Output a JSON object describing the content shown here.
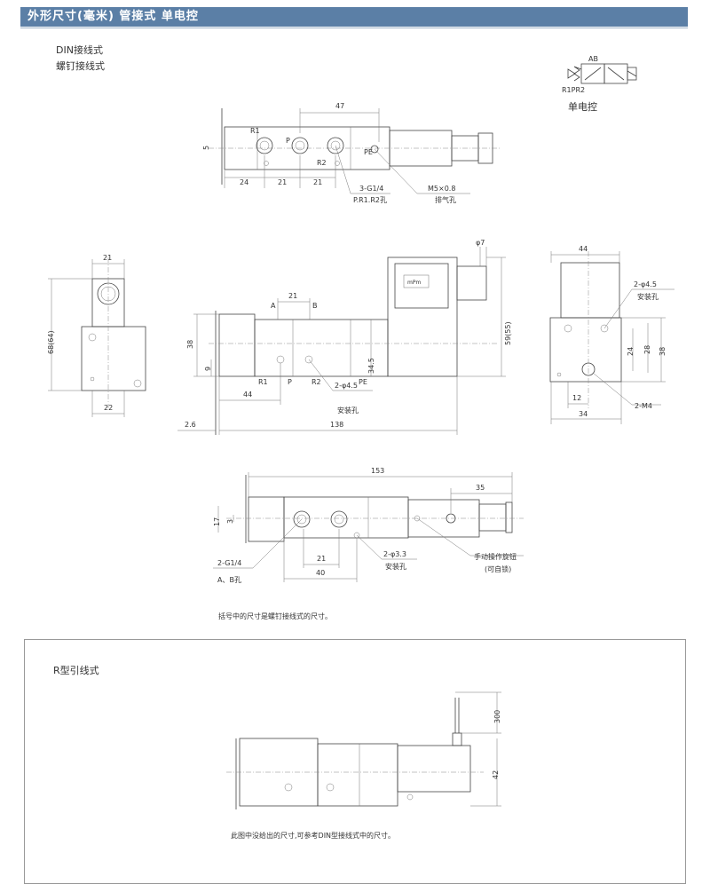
{
  "header": {
    "title": "外形尺寸(毫米)  管接式  单电控"
  },
  "section_din": {
    "label_din": "DIN接线式",
    "label_screw": "螺钉接线式"
  },
  "symbol": {
    "ports_top": "AB",
    "ports_bottom": "R1PR2",
    "caption": "单电控"
  },
  "view_top": {
    "dims": [
      "47",
      "5",
      "24",
      "21",
      "21"
    ],
    "ports": [
      "R1",
      "P",
      "R2",
      "PE"
    ],
    "callout_thread": "3-G1/4",
    "callout_thread_sub": "P.R1.R2孔",
    "callout_exhaust": "M5×0.8",
    "callout_exhaust_sub": "排气孔"
  },
  "view_side_left": {
    "dims": [
      "21",
      "68(64)",
      "22"
    ]
  },
  "view_front": {
    "dims": [
      "φ7",
      "21",
      "38",
      "9",
      "34.5",
      "59(55)",
      "44",
      "2.6",
      "138"
    ],
    "ports_top": [
      "A",
      "B"
    ],
    "ports_bottom": [
      "R1",
      "P",
      "R2",
      "PE"
    ],
    "callout_mount": "2-φ4.5",
    "callout_mount_sub": "安装孔",
    "coil_text": "mPm"
  },
  "view_side_right": {
    "dims": [
      "44",
      "24",
      "28",
      "38",
      "12",
      "34"
    ],
    "callout_mount": "2-φ4.5",
    "callout_mount_sub": "安装孔",
    "callout_thread": "2-M4"
  },
  "view_bottom": {
    "dims": [
      "153",
      "35",
      "17",
      "3",
      "21",
      "40"
    ],
    "callout_ports": "2-G1/4",
    "callout_ports_sub": "A、B孔",
    "callout_mount": "2-φ3.3",
    "callout_mount_sub": "安装孔",
    "callout_manual": "手动操作旋钮",
    "callout_manual_sub": "(可自锁)"
  },
  "notes": {
    "bracket_note": "括号中的尺寸是螺钉接线式的尺寸。"
  },
  "panel_r": {
    "title": "R型引线式",
    "dims": [
      "300",
      "42"
    ],
    "note": "此图中没给出的尺寸,可参考DIN型接线式中的尺寸。"
  }
}
